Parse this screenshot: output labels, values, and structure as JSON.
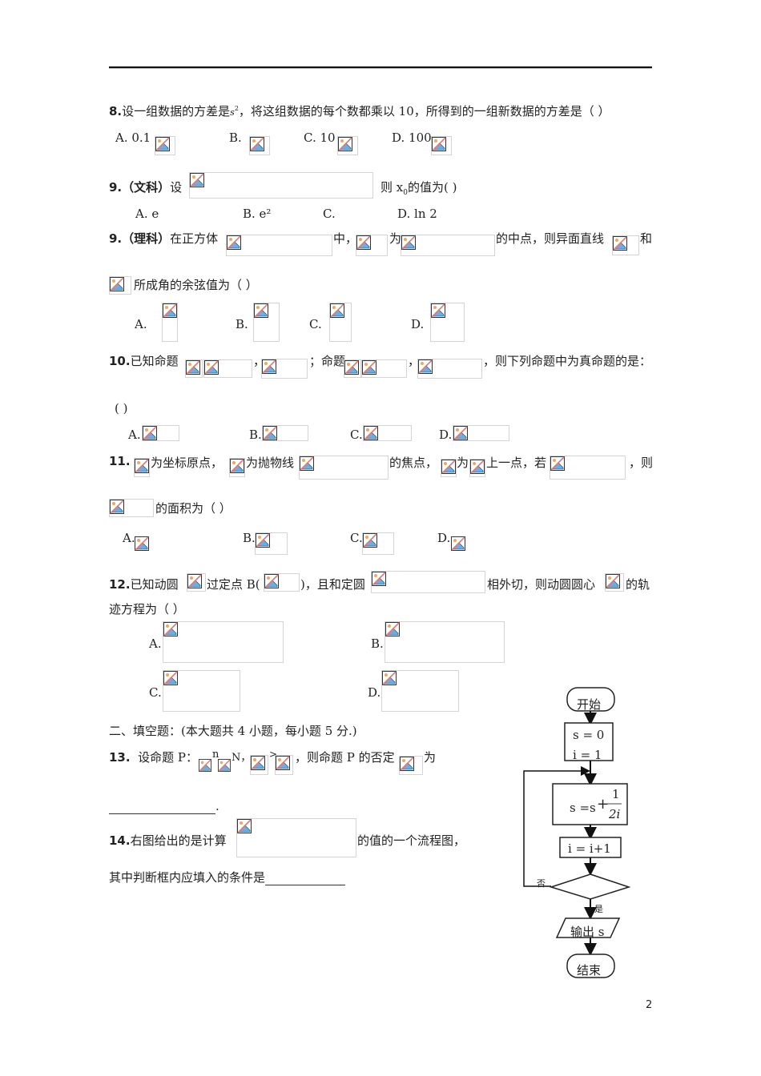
{
  "page": {
    "number": "2"
  },
  "q8": {
    "num": "8.",
    "text": "设一组数据的方差是",
    "s2": "s",
    "sup": "2",
    "text2": "，将这组数据的每个数都乘以 10，所得到的一组新数据的方差是（  ）",
    "options": [
      {
        "label": "A.  0.1"
      },
      {
        "label": "B."
      },
      {
        "label": "C.  10"
      },
      {
        "label": "D.  100"
      }
    ]
  },
  "q9w": {
    "num": "9.",
    "tag": "（文科）",
    "text": "设",
    "text2": "则 x",
    "sub": "0",
    "text3": "的值为(        )",
    "options": [
      {
        "label": "A.  e"
      },
      {
        "label": "B.  e²"
      },
      {
        "label": "C."
      },
      {
        "label": "D.  ln 2"
      }
    ]
  },
  "q9l": {
    "num": "9.",
    "tag": "（理科）",
    "text": "在正方体",
    "t2": "中，",
    "t3": "为",
    "t4": "的中点，则异面直线",
    "t5": "和",
    "t6": "所成角的余弦值为（        ）",
    "options": [
      {
        "label": "A."
      },
      {
        "label": "B."
      },
      {
        "label": "C."
      },
      {
        "label": "D."
      }
    ]
  },
  "q10": {
    "num": "10.",
    "text": "已知命题",
    "comma": "，",
    "t2": "；命题",
    "t3": "，则下列命题中为真命题的是：",
    "paren": "(        )",
    "options": [
      {
        "label": "A."
      },
      {
        "label": "B."
      },
      {
        "label": "C."
      },
      {
        "label": "D."
      }
    ]
  },
  "q11": {
    "num": "11.",
    "t1": "为坐标原点，",
    "t2": "为抛物线",
    "t3": "的焦点，",
    "t4": "为",
    "t5": "上一点，若",
    "t6": "，则",
    "t7": "的面积为（      ）",
    "options": [
      {
        "label": "A."
      },
      {
        "label": "B."
      },
      {
        "label": "C."
      },
      {
        "label": "D."
      }
    ]
  },
  "q12": {
    "num": "12.",
    "t1": "已知动圆",
    "t2": "过定点 B(",
    "t3": ")，且和定圆",
    "t4": "相外切，则动圆圆心",
    "t5": "的轨",
    "t6": "迹方程为（        ）",
    "options": [
      {
        "label": "A."
      },
      {
        "label": "B."
      },
      {
        "label": "C."
      },
      {
        "label": "D."
      }
    ]
  },
  "section2": {
    "heading": "二、填空题：(本大题共 4 小题，每小题 5 分.)"
  },
  "q13": {
    "num": "13.",
    "t1": "设命题 P：",
    "n": "n",
    "N": "N，",
    "gt": ">",
    "t2": "，则命题 P 的否定",
    "t3": "为",
    "end": "."
  },
  "q14": {
    "num": "14.",
    "t1": "右图给出的是计算",
    "t2": "的值的一个流程图，",
    "t3": "其中判断框内应填入的条件是"
  },
  "flowchart": {
    "start": "开始",
    "init_s": "s = 0",
    "init_i": "i  = 1",
    "update_s": "s =s",
    "plus": "+",
    "frac_num": "1",
    "frac_den": "2i",
    "inc_i": "i = i+1",
    "no": "否",
    "yes": "是",
    "output": "输出 s",
    "end": "结束"
  }
}
